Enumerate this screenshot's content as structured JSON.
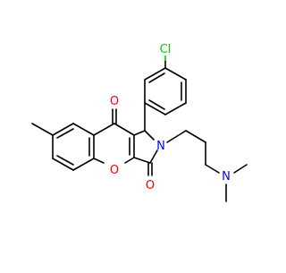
{
  "molecule": {
    "atom_labels": {
      "chlorine": "Cl",
      "ketone_oxygen": "O",
      "ring_oxygen": "O",
      "lactam_oxygen": "O",
      "amide_nitrogen": "N",
      "amine_nitrogen": "N"
    },
    "colors": {
      "bond": "#000000",
      "chlorine": "#00cc00",
      "oxygen": "#ff0000",
      "nitrogen": "#0000ff",
      "background": "#ffffff"
    }
  }
}
